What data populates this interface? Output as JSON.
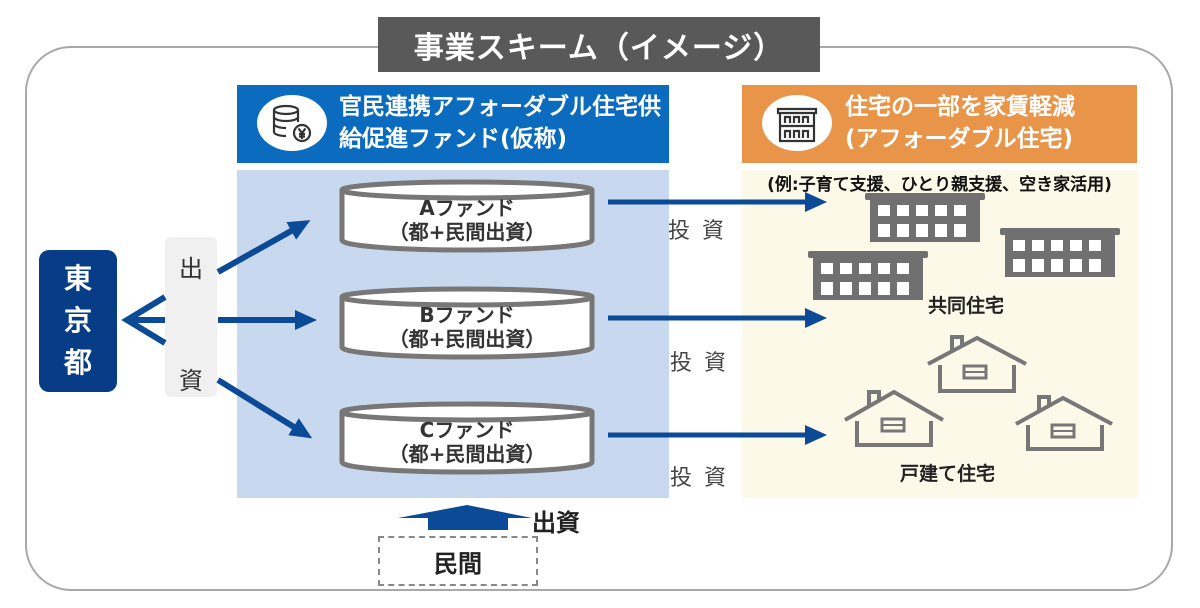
{
  "title": "事業スキーム（イメージ）",
  "colors": {
    "fund_header": "#0b6bbf",
    "housing_header": "#e8954a",
    "fund_area": "#c8d9ef",
    "housing_area": "#fdf9e9",
    "tokyo": "#063d86",
    "arrow": "#0a4a96",
    "title_bg": "#595959"
  },
  "fund_header": {
    "icon": "coins-yen-icon",
    "line1": "官民連携アフォーダブル住宅供",
    "line2": "給促進ファンド(仮称)"
  },
  "housing_header": {
    "icon": "building-icon",
    "line1": "住宅の一部を家賃軽減",
    "line2": "(アフォーダブル住宅)"
  },
  "example_text": "(例:子育て支援、ひとり親支援、空き家活用)",
  "tokyo": {
    "chars": [
      "東",
      "京",
      "都"
    ]
  },
  "shusshi_left": {
    "top": "出",
    "bottom": "資"
  },
  "funds": [
    {
      "name": "Aファンド",
      "sub": "（都+民間出資）"
    },
    {
      "name": "Bファンド",
      "sub": "（都+民間出資）"
    },
    {
      "name": "Cファンド",
      "sub": "（都+民間出資）"
    }
  ],
  "invest_label": "投資",
  "categories": {
    "apartment": "共同住宅",
    "detached": "戸建て住宅"
  },
  "private": {
    "label": "民間",
    "arrow_label": "出資"
  }
}
